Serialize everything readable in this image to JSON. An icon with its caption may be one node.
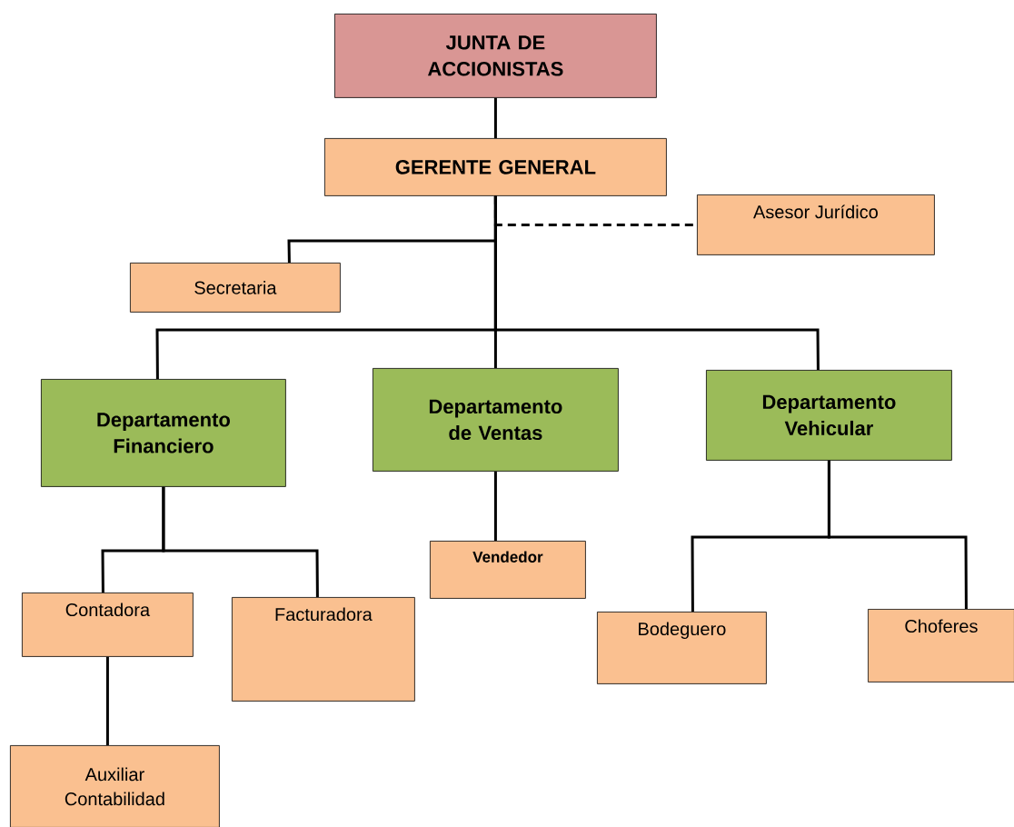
{
  "diagram": {
    "nodes": [
      {
        "text": [
          "JUNTA DE ACCIONISTAS"
        ]
      },
      {
        "text": [
          "GERENTE GENERAL"
        ]
      },
      {
        "text": [
          "Asesor Jurídico"
        ]
      },
      {
        "text": [
          "Secretaria"
        ]
      },
      {
        "text": [
          "Departamento Financiero"
        ]
      },
      {
        "text": [
          "Departamento de Ventas"
        ]
      },
      {
        "text": [
          "Departamento Vehicular"
        ]
      },
      {
        "text": [
          "Contadora"
        ]
      },
      {
        "text": [
          "Facturadora"
        ]
      },
      {
        "text": [
          "Vendedor"
        ]
      },
      {
        "text": [
          "Bodeguero"
        ]
      },
      {
        "text": [
          "Choferes"
        ]
      },
      {
        "text": [
          "Auxiliar Contabilidad"
        ]
      }
    ],
    "edges": [
      {
        "from": 0,
        "to": 1,
        "arrow": "none"
      },
      {
        "from": 1,
        "to": 2,
        "arrow": "none",
        "style": "dashed"
      },
      {
        "from": 1,
        "to": 3,
        "arrow": "none"
      },
      {
        "from": 1,
        "to": 4,
        "arrow": "none"
      },
      {
        "from": 1,
        "to": 5,
        "arrow": "none"
      },
      {
        "from": 1,
        "to": 6,
        "arrow": "none"
      },
      {
        "from": 4,
        "to": 7,
        "arrow": "none"
      },
      {
        "from": 4,
        "to": 8,
        "arrow": "none"
      },
      {
        "from": 5,
        "to": 9,
        "arrow": "none"
      },
      {
        "from": 6,
        "to": 10,
        "arrow": "none"
      },
      {
        "from": 6,
        "to": 11,
        "arrow": "none"
      },
      {
        "from": 7,
        "to": 12,
        "arrow": "none"
      }
    ]
  }
}
